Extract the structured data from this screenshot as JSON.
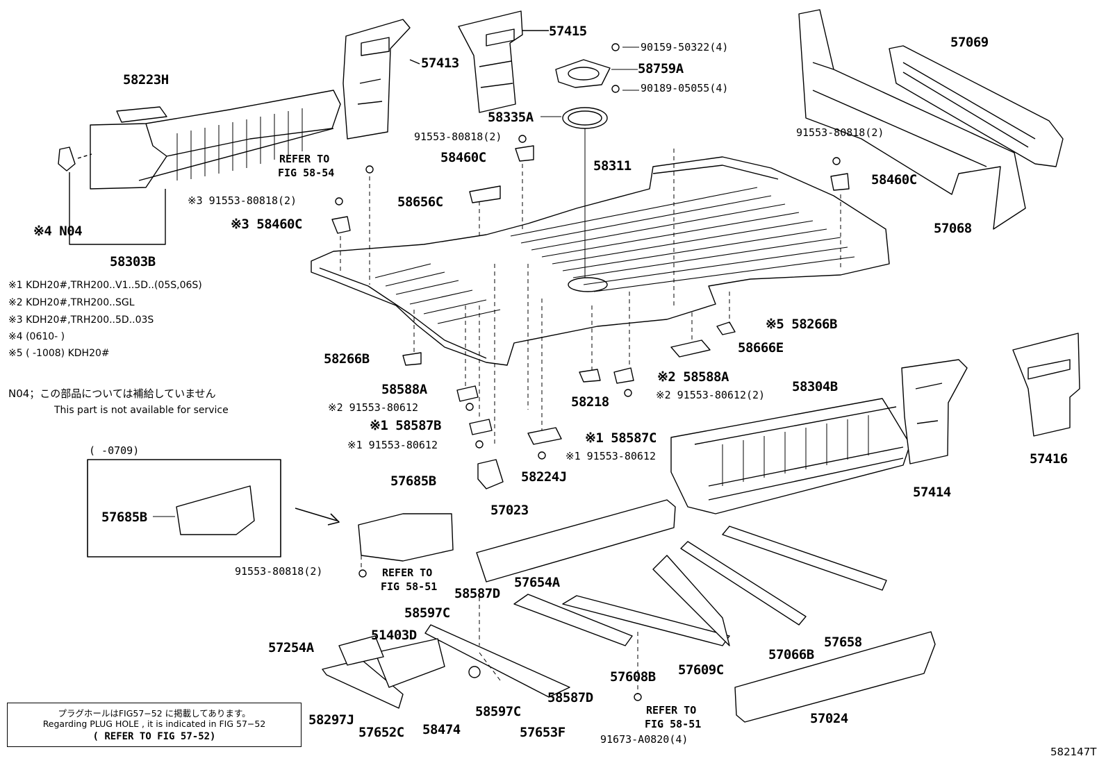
{
  "figure_code": "582147T",
  "labels": {
    "p58223H": "58223H",
    "p58303B": "58303B",
    "n04": "※4 N04",
    "p57413": "57413",
    "p57415": "57415",
    "b90159": "90159-50322(4)",
    "p58759A": "58759A",
    "b90189": "90189-05055(4)",
    "p58335A": "58335A",
    "b91553_a": "91553-80818(2)",
    "p58460C_a": "58460C",
    "refer54_1": "REFER TO",
    "refer54_2": "FIG 58-54",
    "p58311": "58311",
    "p58656C": "58656C",
    "b91553_x3": "※3 91553-80818(2)",
    "p58460C_x3": "※3 58460C",
    "p57069": "57069",
    "b91553_r": "91553-80818(2)",
    "p58460C_r": "58460C",
    "p57068": "57068",
    "p58266B_l": "58266B",
    "p58266B_r": "※5 58266B",
    "p58666E": "58666E",
    "p58588A_l": "58588A",
    "b80612_x2l": "※2 91553-80612",
    "p58587B": "※1 58587B",
    "b80612_x1l": "※1 91553-80612",
    "p58218": "58218",
    "p58588A_r": "※2 58588A",
    "b80612_x2r": "※2 91553-80612(2)",
    "p58587C": "※1 58587C",
    "b80612_x1r": "※1 91553-80612",
    "p58224J": "58224J",
    "p58304B": "58304B",
    "p57416": "57416",
    "p57414": "57414",
    "range0709": "(      -0709)",
    "p57685B_box": "57685B",
    "p57685B": "57685B",
    "b80818_low": "91553-80818(2)",
    "refer51a_1": "REFER TO",
    "refer51a_2": "FIG 58-51",
    "p57023": "57023",
    "p58587D_a": "58587D",
    "p57654A": "57654A",
    "p58597C_a": "58597C",
    "p51403D": "51403D",
    "p57254A": "57254A",
    "p58297J": "58297J",
    "p57652C": "57652C",
    "p58474": "58474",
    "p58597C_b": "58597C",
    "p57653F": "57653F",
    "p58587D_b": "58587D",
    "p57608B": "57608B",
    "p57609C": "57609C",
    "p57066B": "57066B",
    "p57658": "57658",
    "b91673": "91673-A0820(4)",
    "refer51b_1": "REFER TO",
    "refer51b_2": "FIG 58-51",
    "p57024": "57024"
  },
  "notes": [
    "※1 KDH20#,TRH200..V1..5D..(05S,06S)",
    "※2 KDH20#,TRH200..SGL",
    "※3 KDH20#,TRH200..5D..03S",
    "※4 (0610-       )",
    "※5 (       -1008) KDH20#"
  ],
  "n04_note": "N04；この部品については補給していません",
  "n04_note_en": "This part is not available for service",
  "notebox": {
    "line1": "プラグホールはFIG57−52 に掲載してあります。",
    "line2": "Regarding PLUG HOLE , it is indicated in FIG 57−52",
    "line3": "( REFER TO FIG 57-52)"
  }
}
